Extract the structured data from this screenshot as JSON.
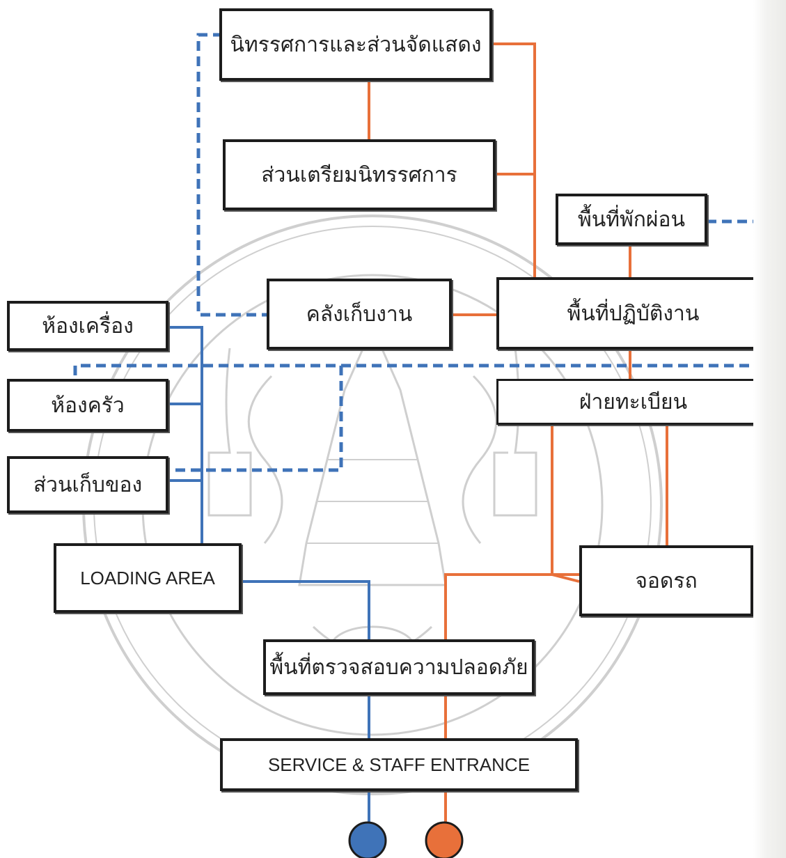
{
  "colors": {
    "orange": "#e8703a",
    "blue": "#3f73b8",
    "box_border": "#1c1c1c",
    "watermark": "#c8c8c8"
  },
  "nodes": {
    "exhibition_display": "นิทรรศการและส่วนจัดแสดง",
    "exhibition_prep": "ส่วนเตรียมนิทรรศการ",
    "rest_area": "พื้นที่พักผ่อน",
    "storage_warehouse": "คลังเก็บงาน",
    "operation_area": "พื้นที่ปฏิบัติงาน",
    "machine_room": "ห้องเครื่อง",
    "kitchen": "ห้องครัว",
    "registration": "ฝ่ายทะเบียน",
    "storage_room": "ส่วนเก็บของ",
    "loading_area": "LOADING AREA",
    "parking": "จอดรถ",
    "security_check": "พื้นที่ตรวจสอบความปลอดภัย",
    "service_entrance": "SERVICE & STAFF ENTRANCE"
  },
  "watermark": {
    "icon": "university-seal-watermark"
  }
}
